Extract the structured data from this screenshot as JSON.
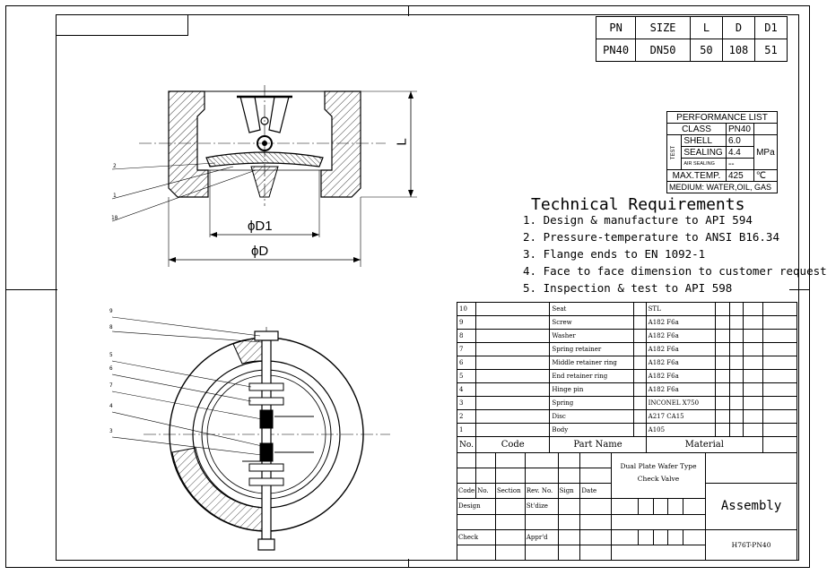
{
  "dimension_table": {
    "headers": [
      "PN",
      "SIZE",
      "L",
      "D",
      "D1"
    ],
    "values": [
      "PN40",
      "DN50",
      "50",
      "108",
      "51"
    ]
  },
  "performance_list": {
    "title": "PERFORMANCE LIST",
    "class_label": "CLASS",
    "class_value": "PN40",
    "test_label": "TEST",
    "shell_label": "SHELL",
    "shell_value": "6.0",
    "sealing_label": "SEALING",
    "sealing_value": "4.4",
    "air_sealing_label": "AIR SEALING",
    "air_sealing_value": "--",
    "pressure_unit": "MPa",
    "max_temp_label": "MAX.TEMP.",
    "max_temp_value": "425",
    "temp_unit": "℃",
    "medium": "MEDIUM: WATER,OIL, GAS"
  },
  "technical_requirements": {
    "title": "Technical Requirements",
    "items": [
      "1. Design & manufacture to API 594",
      "2. Pressure-temperature to ANSI B16.34",
      "3. Flange ends to EN 1092-1",
      "4. Face to face dimension to customer request",
      "5. Inspection & test to API 598"
    ]
  },
  "drawing_labels": {
    "L": "L",
    "D1": "ϕD1",
    "D": "ϕD",
    "top_balloons": [
      "2",
      "1",
      "10"
    ],
    "bottom_balloons": [
      "9",
      "8",
      "5",
      "6",
      "7",
      "4",
      "3"
    ]
  },
  "parts_list": {
    "rows": [
      {
        "no": "10",
        "name": "Seat",
        "material": "STL"
      },
      {
        "no": "9",
        "name": "Screw",
        "material": "A182 F6a"
      },
      {
        "no": "8",
        "name": "Washer",
        "material": "A182 F6a"
      },
      {
        "no": "7",
        "name": "Spring retainer",
        "material": "A182 F6a"
      },
      {
        "no": "6",
        "name": "Middle retainer ring",
        "material": "A182 F6a"
      },
      {
        "no": "5",
        "name": "End retainer ring",
        "material": "A182 F6a"
      },
      {
        "no": "4",
        "name": "Hinge pin",
        "material": "A182 F6a"
      },
      {
        "no": "3",
        "name": "Spring",
        "material": "INCONEL X750"
      },
      {
        "no": "2",
        "name": "Disc",
        "material": "A217 CA15"
      },
      {
        "no": "1",
        "name": "Body",
        "material": "A105"
      }
    ],
    "header": {
      "no": "No.",
      "code": "Code",
      "name": "Part Name",
      "material": "Material"
    }
  },
  "title_block": {
    "product_line1": "Dual Plate Wafer Type",
    "product_line2": "Check Valve",
    "drawing_type": "Assembly",
    "drawing_no": "H76T-PN40",
    "labels": {
      "code": "Code",
      "no": "No.",
      "section": "Section",
      "rev_no": "Rev. No.",
      "sign": "Sign",
      "date": "Date",
      "design": "Design",
      "standardize": "St'dize",
      "check": "Check",
      "approve": "Appr'd"
    }
  }
}
